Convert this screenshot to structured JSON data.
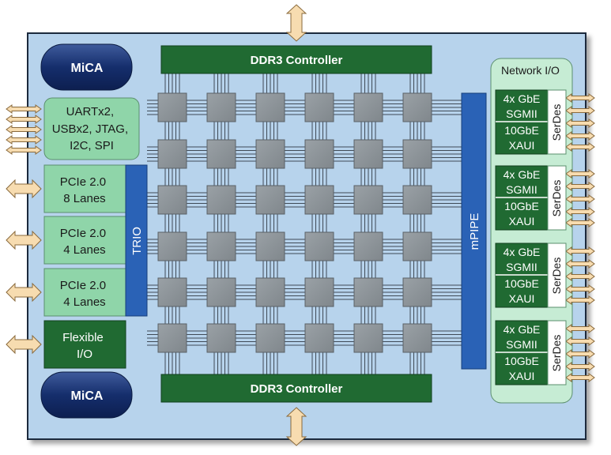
{
  "mica": "MiCA",
  "ddr_top": "DDR3 Controller",
  "ddr_bottom": "DDR3 Controller",
  "io_left": {
    "misc": [
      "UARTx2,",
      "USBx2, JTAG,",
      "I2C, SPI"
    ],
    "pcie1": [
      "PCIe 2.0",
      "8 Lanes"
    ],
    "pcie2": [
      "PCIe 2.0",
      "4 Lanes"
    ],
    "pcie3": [
      "PCIe 2.0",
      "4 Lanes"
    ],
    "flex": [
      "Flexible",
      "I/O"
    ]
  },
  "trio": "TRIO",
  "mpipe": "mPIPE",
  "network": {
    "title": "Network I/O",
    "gbe": [
      "4x GbE",
      "SGMII"
    ],
    "xaui": [
      "10GbE",
      "XAUI"
    ],
    "serdes": "SerDes"
  },
  "colors": {
    "chip_bg": "#b7d3ec",
    "dark_green": "#206a32",
    "light_green": "#8fd5a9",
    "blue_bar": "#2a62b6",
    "mica_navy": "#152e6c",
    "tile_gray": "#8e9499",
    "arrow_fill": "#f7dcb0"
  }
}
